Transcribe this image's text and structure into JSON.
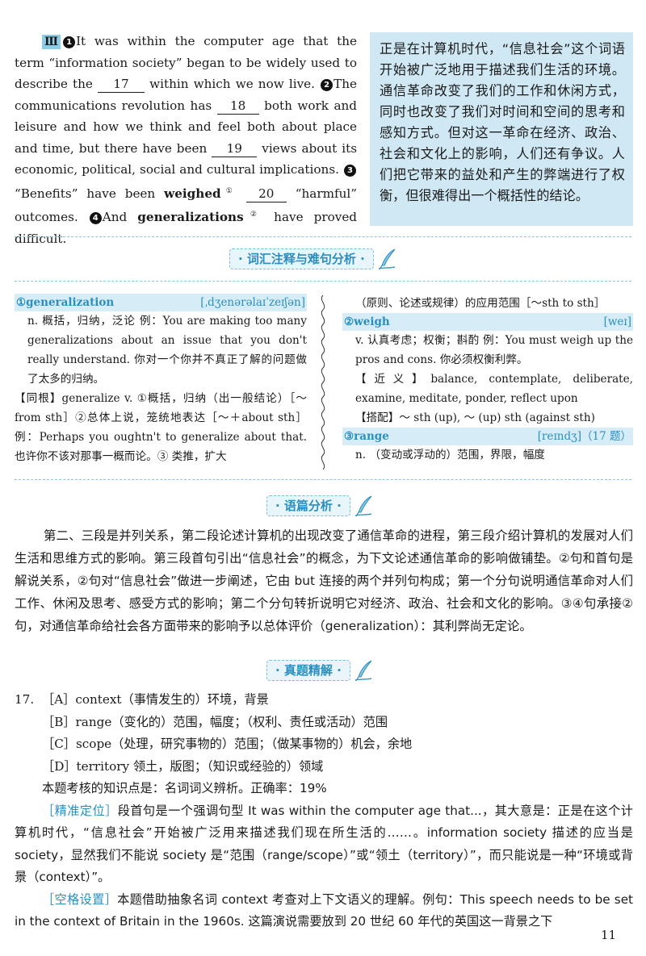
{
  "passage": {
    "roman": "Ⅲ",
    "n1": "1",
    "s1a": "It was within the computer age that the term “information society” began to be widely used to describe the",
    "b17": "17",
    "s1b": "within which we now live.",
    "n2": "2",
    "s2a": "The communications revolution has",
    "b18": "18",
    "s2b": "both work and leisure and how we think and feel both about place and time, but there have been",
    "b19": "19",
    "s2c": "views about its economic, political, social and cultural implications.",
    "n3": "3",
    "s3a": "“Benefits” have been",
    "w1": "weighed",
    "sup1": "①",
    "b20": "20",
    "s3b": "“harmful” outcomes.",
    "n4": "4",
    "s4a": "And",
    "w2": "generalizations",
    "sup2": "②",
    "s4b": "have proved difficult."
  },
  "translation": "正是在计算机时代，“信息社会”这个词语开始被广泛地用于描述我们生活的环境。通信革命改变了我们的工作和休闲方式，同时也改变了我们对时间和空间的思考和感知方式。但对这一革命在经济、政治、社会和文化上的影响，人们还有争议。人们把它带来的益处和产生的弊端进行了权衡，但很难得出一个概括性的结论。",
  "sections": {
    "vocab": "· 词汇注释与难句分析 ·",
    "analysis": "· 语篇分析 ·",
    "answers": "· 真题精解 ·"
  },
  "vocab": {
    "e1_word": "①generalization",
    "e1_ph": "[ˌdʒenərəlaɪˈzeɪʃən]",
    "e1_def": "n. 概括，归纳，泛论 例：You are making too many generalizations about an issue that you don't really understand. 你对一个你并不真正了解的问题做了太多的归纳。",
    "e1_root": "【同根】generalize v. ①概括，归纳（出一般结论）［～from sth］②总体上说，笼统地表达［～＋about sth］例：Perhaps you oughtn't to generalize about that. 也许你不该对那事一概而论。③ 类推，扩大",
    "e1_cont": "（原则、论述或规律）的应用范围［～sth to sth］",
    "e2_word": "②weigh",
    "e2_ph": "[weɪ]",
    "e2_def": "v. 认真考虑；权衡；斟酌 例：You must weigh up the pros and cons. 你必须权衡利弊。",
    "e2_syn": "【近义】balance, contemplate, deliberate, examine, meditate, ponder, reflect upon",
    "e2_col": "【搭配】～ sth (up), ～ (up) sth (against sth)",
    "e3_word": "③range",
    "e3_ph": "[reɪndʒ]（17 题）",
    "e3_def": "n. （变动或浮动的）范围，界限，幅度"
  },
  "analysis": "第二、三段是并列关系，第二段论述计算机的出现改变了通信革命的进程，第三段介绍计算机的发展对人们生活和思维方式的影响。第三段首句引出“信息社会”的概念，为下文论述通信革命的影响做铺垫。②句和首句是解说关系，②句对“信息社会”做进一步阐述，它由 but 连接的两个并列句构成；第一个分句说明通信革命对人们工作、休闲及思考、感受方式的影响；第二个分句转折说明它对经济、政治、社会和文化的影响。③④句承接②句，对通信革命给社会各方面带来的影响予以总体评价（generalization）：其利弊尚无定论。",
  "answers": {
    "qnum": "17.",
    "a": "［A］context（事情发生的）环境，背景",
    "b": "［B］range（变化的）范围，幅度；（权利、责任或活动）范围",
    "c": "［C］scope（处理，研究事物的）范围；（做某事物的）机会，余地",
    "d": "［D］territory 领土，版图；（知识或经验的）领域",
    "point": "本题考核的知识点是：名词词义辨析。正确率：19%",
    "tag1": "［精准定位］",
    "p1": "段首句是一个强调句型 It was within the computer age that...，其大意是：正是在这个计算机时代，“信息社会”开始被广泛用来描述我们现在所生活的……。information society 描述的应当是 society，显然我们不能说 society 是“范围（range/scope）”或“领土（territory）”，而只能说是一种“环境或背景（context）”。",
    "tag2": "［空格设置］",
    "p2": "本题借助抽象名词 context 考查对上下文语义的理解。例句：This speech needs to be set in the context of Britain in the 1960s. 这篇演说需要放到 20 世纪 60 年代的英国这一背景之下"
  },
  "page_number": "11",
  "colors": {
    "accent": "#2a8fbf",
    "box": "#cfe8f3",
    "bar": "#d6edf7"
  }
}
